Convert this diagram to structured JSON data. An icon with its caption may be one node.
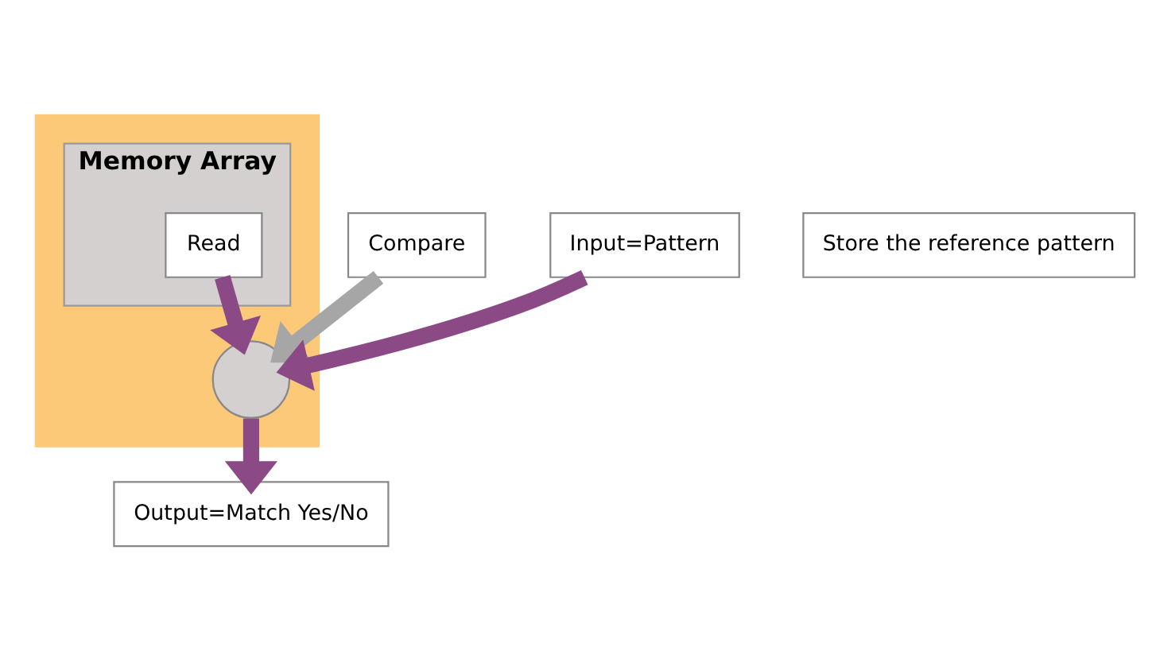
{
  "diagram": {
    "nodes": [
      {
        "text": [],
        "shape": "box"
      },
      {
        "text": [
          "Memory Array"
        ],
        "in": 0
      },
      {
        "text": [
          "Read"
        ],
        "in": 1
      },
      {
        "text": [],
        "shape": "circle",
        "in": 0
      },
      {
        "text": [
          "Store the reference pattern"
        ]
      },
      {
        "text": [
          "Output=Match Yes/No"
        ]
      },
      {
        "text": [
          "Compare"
        ]
      },
      {
        "text": [
          "Input=Pattern"
        ]
      }
    ],
    "edges": [
      {
        "from": 2,
        "to": 3,
        "arrow": "to"
      },
      {
        "from": 3,
        "to": 5,
        "arrow": "to"
      },
      {
        "from": 7,
        "to": 3,
        "arrow": "to"
      },
      {
        "from": 6,
        "to": 3,
        "arrow": "to",
        "color": "#a6a6a6"
      }
    ]
  }
}
